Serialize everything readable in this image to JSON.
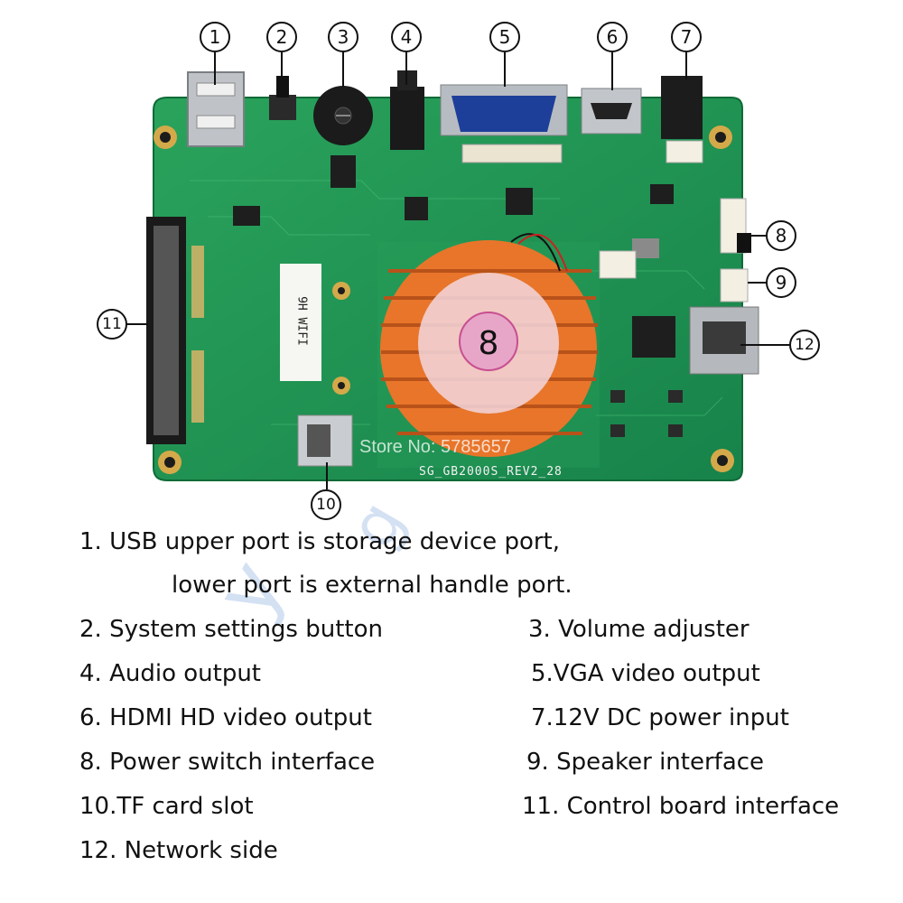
{
  "callouts": [
    "1",
    "2",
    "3",
    "4",
    "5",
    "6",
    "7",
    "8",
    "9",
    "10",
    "11",
    "12"
  ],
  "board": {
    "silkscreen_model": "SG_GB2000S_REV2_28",
    "wifi_label": "9H WIFI",
    "store_watermark": "Store No: 5785657"
  },
  "legend": {
    "item1a": "1. USB  upper port is storage device port,",
    "item1b": "lower port is external handle port.",
    "item2": "2. System settings button",
    "item3": "3. Volume adjuster",
    "item4": "4. Audio output",
    "item5": "5.VGA video output",
    "item6": "6. HDMI HD video output",
    "item7": "7.12V DC power input",
    "item8": "8. Power switch interface",
    "item9": "9. Speaker interface",
    "item10": "10.TF card slot",
    "item11": "11. Control board interface",
    "item12": "12. Network side"
  },
  "colors": {
    "pcb": "#1f8f4e",
    "heatsink": "#e8752a",
    "vga": "#1d3f9a"
  }
}
